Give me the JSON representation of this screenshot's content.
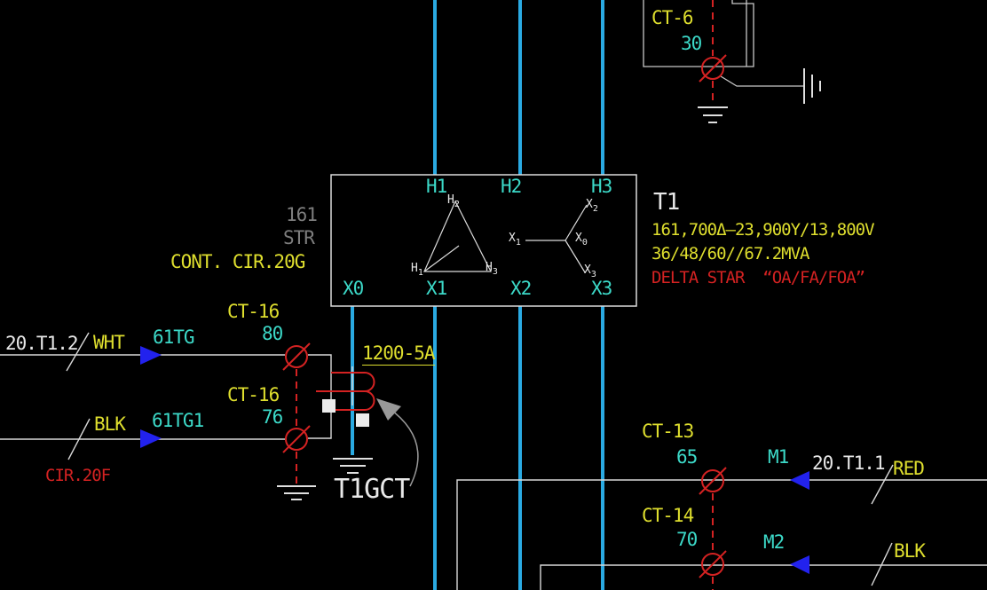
{
  "app": {
    "type": "cad-schematic",
    "description": "one-line diagram, transformer T1 with CT circuits"
  },
  "colors": {
    "background": "#000000",
    "bus_cyan": "#2aaae2",
    "text_cyan": "#3cd9c8",
    "text_yellow": "#dede2e",
    "text_white": "#e8e8e8",
    "text_gray": "#7e7e7e",
    "red": "#d42222",
    "arrow_blue": "#2222ee",
    "leader_gray": "#999999"
  },
  "ct6": {
    "label": "CT-6",
    "value": "30"
  },
  "xfmr": {
    "h_terminals": [
      "H1",
      "H2",
      "H3"
    ],
    "x_terminals": [
      "X0",
      "X1",
      "X2",
      "X3"
    ],
    "delta": {
      "top": {
        "b": "H",
        "s": "2"
      },
      "bottom_left": {
        "b": "H",
        "s": "1"
      },
      "bottom_right": {
        "b": "H",
        "s": "3"
      }
    },
    "wye": {
      "left": {
        "b": "X",
        "s": "1"
      },
      "upper_right": {
        "b": "X",
        "s": "2"
      },
      "center": {
        "b": "X",
        "s": "0"
      },
      "lower_right": {
        "b": "X",
        "s": "3"
      }
    }
  },
  "info": {
    "name": "T1",
    "voltage": "161,700Δ–23,900Y/13,800V",
    "mva": "36/48/60//67.2MVA",
    "cooling": "DELTA STAR  “OA/FA/FOA”"
  },
  "ref": {
    "line1": "161",
    "line2": "STR",
    "line3": "CONT. CIR.20G"
  },
  "w1": {
    "cable": "20.T1.2",
    "color_code": "WHT",
    "wire_id": "61TG",
    "ct": "CT-16",
    "tap": "80"
  },
  "w2": {
    "color_code": "BLK",
    "wire_id": "61TG1",
    "ct": "CT-16",
    "tap": "76",
    "circuit": "CIR.20F"
  },
  "gct": {
    "ratio": "1200-5A",
    "label": "T1GCT"
  },
  "m1": {
    "ct": "CT-13",
    "tap": "65",
    "wire_id": "M1",
    "cable": "20.T1.1",
    "color_code": "RED"
  },
  "m2": {
    "ct": "CT-14",
    "tap": "70",
    "wire_id": "M2",
    "color_code": "BLK"
  }
}
